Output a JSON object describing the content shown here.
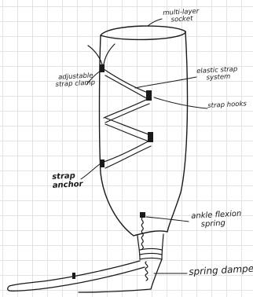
{
  "labels": {
    "multi_layer_socket": [
      "multi-layer",
      "socket"
    ],
    "adjustable_strap_clamp": [
      "adjustable",
      "strap clamp"
    ],
    "elastic_strap_system": [
      "elastic strap",
      "system"
    ],
    "strap_hooks": "strap hooks",
    "strap_anchor": [
      "strap",
      "anchor"
    ],
    "ankle_flexion_spring": [
      "ankle flexion",
      "spring"
    ],
    "spring_dampener": "spring dampener"
  },
  "colors": {
    "ink": "#1a1a1a",
    "grid": "#e3e3e3",
    "paper": "#ffffff"
  }
}
